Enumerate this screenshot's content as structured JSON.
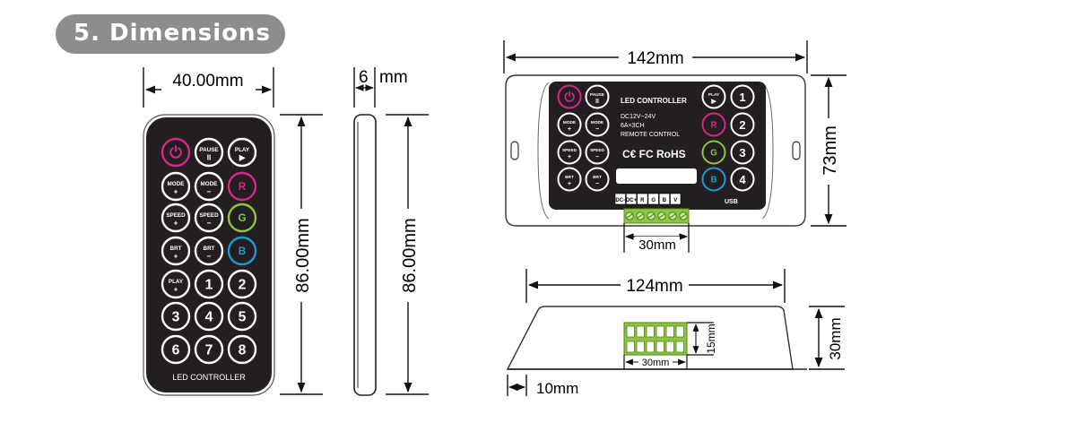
{
  "section_title": "5. Dimensions",
  "remote": {
    "width_label": "40.00mm",
    "thickness_label": "6",
    "thickness_unit": "mm",
    "height_label": "86.00mm",
    "side_height_label": "86.00mm",
    "brand_label": "LED CONTROLLER",
    "button_rows": [
      [
        {
          "t": "⏻",
          "sub": "",
          "ring": "#d5268c",
          "kind": "power"
        },
        {
          "t": "PAUSE",
          "sub": "II",
          "ring": "#ffffff",
          "kind": "small"
        },
        {
          "t": "PLAY",
          "sub": "▶",
          "ring": "#ffffff",
          "kind": "small"
        }
      ],
      [
        {
          "t": "MODE",
          "sub": "+",
          "ring": "#ffffff",
          "kind": "small"
        },
        {
          "t": "MODE",
          "sub": "−",
          "ring": "#ffffff",
          "kind": "small"
        },
        {
          "t": "R",
          "sub": "",
          "ring": "#d5268c",
          "kind": "color"
        }
      ],
      [
        {
          "t": "SPEED",
          "sub": "+",
          "ring": "#ffffff",
          "kind": "small"
        },
        {
          "t": "SPEED",
          "sub": "−",
          "ring": "#ffffff",
          "kind": "small"
        },
        {
          "t": "G",
          "sub": "",
          "ring": "#8cc63f",
          "kind": "color"
        }
      ],
      [
        {
          "t": "BRT",
          "sub": "+",
          "ring": "#ffffff",
          "kind": "small"
        },
        {
          "t": "BRT",
          "sub": "−",
          "ring": "#ffffff",
          "kind": "small"
        },
        {
          "t": "B",
          "sub": "",
          "ring": "#1e9ad6",
          "kind": "color"
        }
      ],
      [
        {
          "t": "PLAY",
          "sub": "+",
          "ring": "#ffffff",
          "kind": "small"
        },
        {
          "t": "1",
          "sub": "",
          "ring": "#ffffff",
          "kind": "num"
        },
        {
          "t": "2",
          "sub": "",
          "ring": "#ffffff",
          "kind": "num"
        }
      ],
      [
        {
          "t": "3",
          "sub": "",
          "ring": "#ffffff",
          "kind": "num"
        },
        {
          "t": "4",
          "sub": "",
          "ring": "#ffffff",
          "kind": "num"
        },
        {
          "t": "5",
          "sub": "",
          "ring": "#ffffff",
          "kind": "num"
        }
      ],
      [
        {
          "t": "6",
          "sub": "",
          "ring": "#ffffff",
          "kind": "num"
        },
        {
          "t": "7",
          "sub": "",
          "ring": "#ffffff",
          "kind": "num"
        },
        {
          "t": "8",
          "sub": "",
          "ring": "#ffffff",
          "kind": "num"
        }
      ]
    ]
  },
  "controller": {
    "width_label": "142mm",
    "height_label": "73mm",
    "terminal_label": "30mm",
    "panel_title": "LED CONTROLLER",
    "spec_lines": [
      "DC12V~24V",
      "6A×3CH",
      "REMOTE CONTROL"
    ],
    "cert_label": "C€ FC RoHS",
    "usb_label": "USB",
    "terminal_pins": [
      "DC-",
      "DC+",
      "R",
      "G",
      "B",
      "V"
    ],
    "left_buttons": [
      [
        {
          "t": "⏻",
          "sub": "",
          "ring": "#d5268c"
        },
        {
          "t": "PAUSE",
          "sub": "II",
          "ring": "#ffffff"
        }
      ],
      [
        {
          "t": "MODE",
          "sub": "+",
          "ring": "#ffffff"
        },
        {
          "t": "MODE",
          "sub": "−",
          "ring": "#ffffff"
        }
      ],
      [
        {
          "t": "SPEED",
          "sub": "+",
          "ring": "#ffffff"
        },
        {
          "t": "SPEED",
          "sub": "−",
          "ring": "#ffffff"
        }
      ],
      [
        {
          "t": "BRT",
          "sub": "+",
          "ring": "#ffffff"
        },
        {
          "t": "BRT",
          "sub": "−",
          "ring": "#ffffff"
        }
      ]
    ],
    "right_buttons": [
      [
        {
          "t": "PLAY",
          "sub": "▶",
          "ring": "#ffffff"
        },
        {
          "t": "1",
          "sub": "",
          "ring": "#ffffff"
        }
      ],
      [
        {
          "t": "R",
          "sub": "",
          "ring": "#d5268c"
        },
        {
          "t": "2",
          "sub": "",
          "ring": "#ffffff"
        }
      ],
      [
        {
          "t": "G",
          "sub": "",
          "ring": "#8cc63f"
        },
        {
          "t": "3",
          "sub": "",
          "ring": "#ffffff"
        }
      ],
      [
        {
          "t": "B",
          "sub": "",
          "ring": "#1e9ad6"
        },
        {
          "t": "4",
          "sub": "",
          "ring": "#ffffff"
        }
      ]
    ]
  },
  "side_view": {
    "width_label": "124mm",
    "height_label": "30mm",
    "terminal_height_label": "15mm",
    "terminal_width_label": "30mm",
    "offset_label": "10mm"
  },
  "colors": {
    "device_body": "#231f20",
    "outline": "#333333",
    "terminal_green": "#8dc63f",
    "header_bg": "#8d8d8d"
  }
}
